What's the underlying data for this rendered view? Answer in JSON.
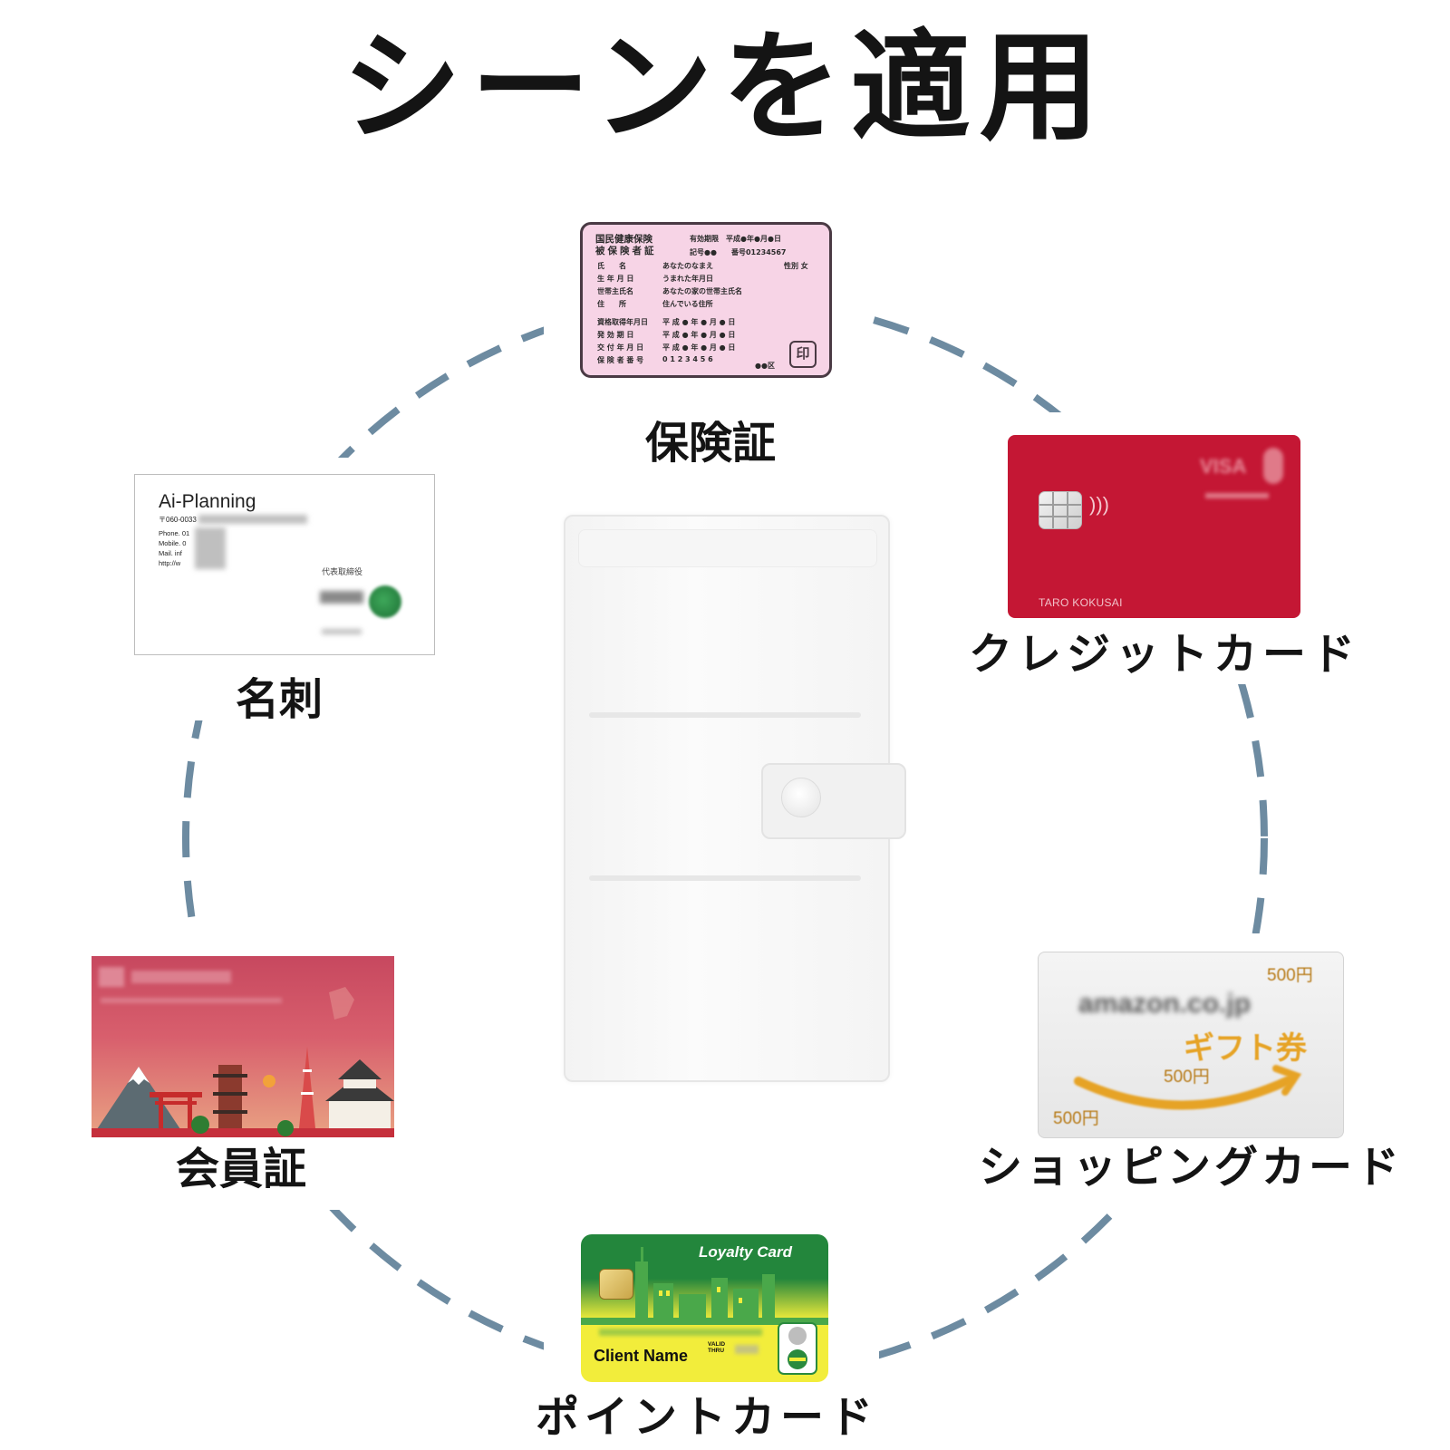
{
  "title": "シーンを適用",
  "colors": {
    "ring": "#6d8ba1",
    "credit_card": "#c41734",
    "insurance_card": "#f7d4e6",
    "loyalty_green": "#23863c",
    "loyalty_yellow": "#f2ed3b",
    "gift_orange": "#e6a326"
  },
  "cards": {
    "insurance": {
      "label": "保険証",
      "heading_line1": "国民健康保険",
      "heading_line2": "被保険者証",
      "validity": "有効期限　平成●年●月●日",
      "number": "記号●●　　番号01234567",
      "sex": "性別 女",
      "rows": [
        {
          "key": "氏　　名",
          "value": "あなたのなまえ"
        },
        {
          "key": "生 年 月 日",
          "value": "うまれた年月日"
        },
        {
          "key": "世帯主氏名",
          "value": "あなたの家の世帯主氏名"
        },
        {
          "key": "住　　所",
          "value": "住んでいる住所"
        },
        {
          "key": "資格取得年月日",
          "value": "平 成 ● 年 ● 月 ● 日"
        },
        {
          "key": "発 効 期 日",
          "value": "平 成 ● 年 ● 月 ● 日"
        },
        {
          "key": "交 付 年 月 日",
          "value": "平 成 ● 年 ● 月 ● 日"
        },
        {
          "key": "保 険 者 番 号",
          "value": "0 1 2 3 4 5 6"
        }
      ],
      "footer": "●●区",
      "stamp": "印"
    },
    "business": {
      "label": "名刺",
      "company": "Ai-Planning",
      "zip": "〒060-0033",
      "lines": [
        "Phone. 01",
        "Mobile. 0",
        "Mail. inf",
        "http://w"
      ],
      "role": "代表取締役"
    },
    "credit": {
      "label": "クレジットカード",
      "holder": "TARO KOKUSAI",
      "brand": "VISA",
      "contactless": ")))"
    },
    "membership": {
      "label": "会員証"
    },
    "shopping": {
      "label": "ショッピングカード",
      "brand": "amazon.co.jp",
      "gift_word": "ギフト券",
      "amount_top": "500円",
      "amount_mid": "500円",
      "amount_bottom": "500円"
    },
    "loyalty": {
      "label": "ポイントカード",
      "title": "Loyalty Card",
      "client": "Client Name",
      "valid": "VALID\nTHRU"
    }
  }
}
